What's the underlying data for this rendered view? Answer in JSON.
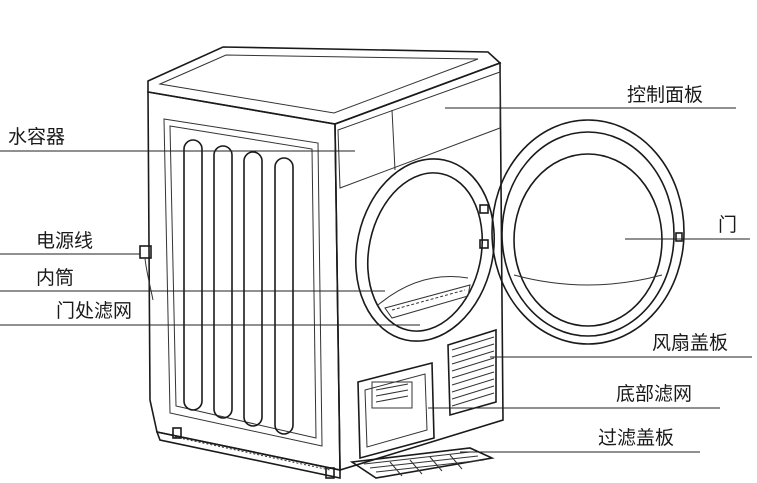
{
  "labels": {
    "control_panel": "控制面板",
    "water_container": "水容器",
    "power_cord": "电源线",
    "inner_drum": "内筒",
    "door_filter": "门处滤网",
    "door": "门",
    "fan_cover": "风扇盖板",
    "bottom_filter": "底部滤网",
    "filter_cover": "过滤盖板"
  },
  "colors": {
    "line": "#1a1a1a",
    "body_fill": "#ffffff"
  }
}
